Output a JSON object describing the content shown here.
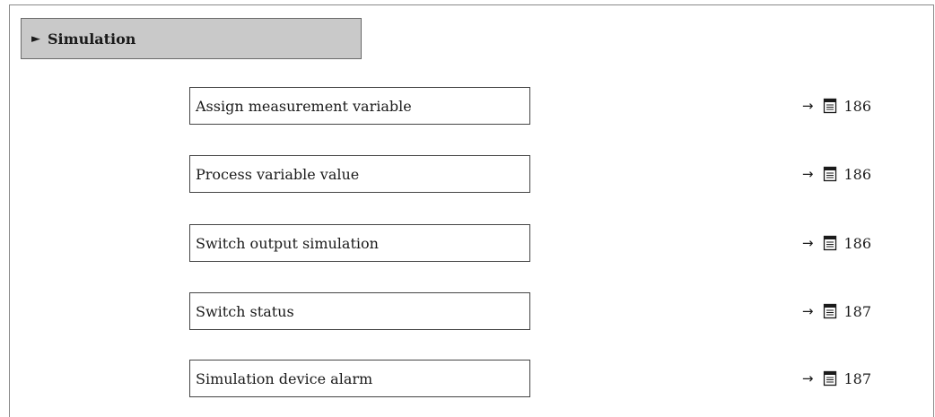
{
  "header": {
    "arrow_glyph": "►",
    "title": "Simulation"
  },
  "rows": [
    {
      "label": "Assign measurement variable",
      "arrow": "→",
      "page": "186"
    },
    {
      "label": "Process variable value",
      "arrow": "→",
      "page": "186"
    },
    {
      "label": "Switch output simulation",
      "arrow": "→",
      "page": "186"
    },
    {
      "label": "Switch status",
      "arrow": "→",
      "page": "187"
    },
    {
      "label": "Simulation device alarm",
      "arrow": "→",
      "page": "187"
    }
  ]
}
